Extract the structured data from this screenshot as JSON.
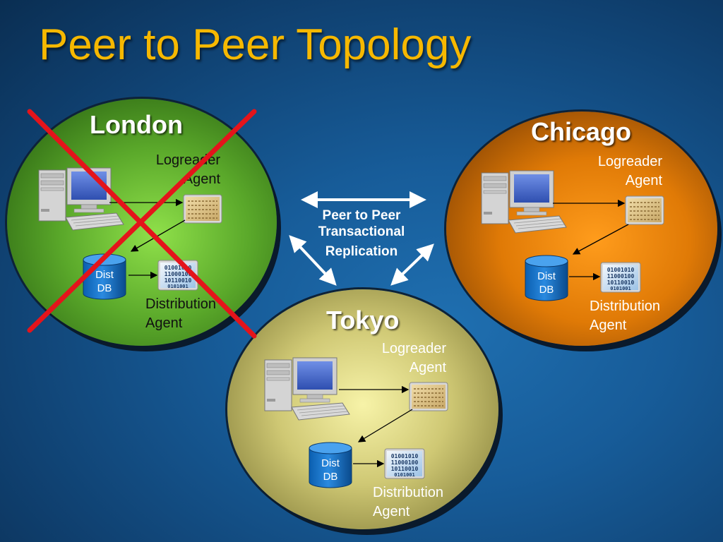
{
  "title": "Peer to Peer Topology",
  "sites": {
    "london": {
      "name": "London",
      "logreader_line1": "Logreader",
      "logreader_line2": "Agent",
      "db_line1": "Dist",
      "db_line2": "DB",
      "distribution_line1": "Distribution",
      "distribution_line2": "Agent",
      "status": "crossed-out"
    },
    "chicago": {
      "name": "Chicago",
      "logreader_line1": "Logreader",
      "logreader_line2": "Agent",
      "db_line1": "Dist",
      "db_line2": "DB",
      "distribution_line1": "Distribution",
      "distribution_line2": "Agent"
    },
    "tokyo": {
      "name": "Tokyo",
      "logreader_line1": "Logreader",
      "logreader_line2": "Agent",
      "db_line1": "Dist",
      "db_line2": "DB",
      "distribution_line1": "Distribution",
      "distribution_line2": "Agent"
    }
  },
  "replication": {
    "line1": "Peer to Peer",
    "line2": "Transactional",
    "line3": "Replication"
  },
  "colors": {
    "title": "#f6b800",
    "london": "#6fbf2a",
    "chicago": "#f28a0c",
    "tokyo": "#e8e48a",
    "cross": "#e4141b"
  }
}
